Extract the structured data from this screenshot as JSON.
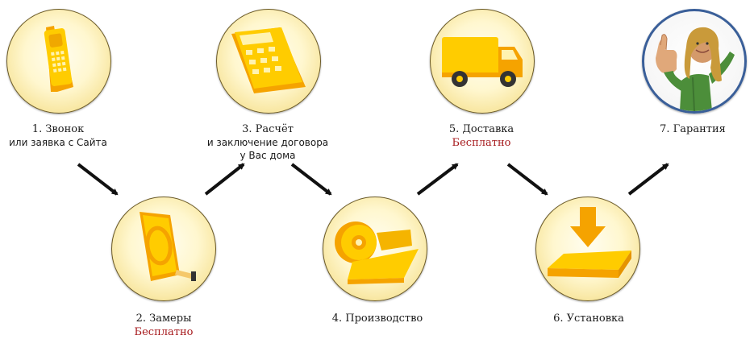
{
  "steps": [
    {
      "title": "1. Звонок",
      "subtitle": "или заявка с Сайта",
      "icon": "phone-icon"
    },
    {
      "title": "2. Замеры",
      "note": "Бесплатно",
      "icon": "tape-measure-icon"
    },
    {
      "title": "3. Расчёт",
      "subtitle": "и заключение договора\nу Вас дома",
      "icon": "calculator-icon"
    },
    {
      "title": "4. Производство",
      "icon": "production-icon"
    },
    {
      "title": "5. Доставка",
      "note": "Бесплатно",
      "icon": "truck-icon"
    },
    {
      "title": "6. Установка",
      "icon": "install-icon"
    },
    {
      "title": "7. Гарантия",
      "icon": "thumbs-up-photo"
    }
  ],
  "colors": {
    "icon_yellow": "#ffcc00",
    "icon_orange": "#f5a300",
    "free_text": "#a6191c",
    "guarantee_border": "#3a5f99"
  }
}
